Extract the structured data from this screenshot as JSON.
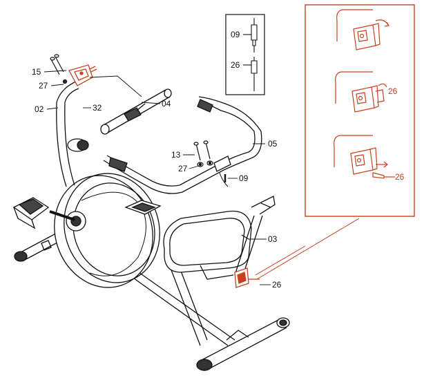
{
  "labels": {
    "p02": "02",
    "p03": "03",
    "p04": "04",
    "p05": "05",
    "p09_main": "09",
    "p13": "13",
    "p15": "15",
    "p26_main": "26",
    "p27_left": "27",
    "p27_mid": "27",
    "p32": "32"
  },
  "inset_cable": {
    "p09": "09",
    "p26": "26"
  },
  "inset_steps": {
    "p26_step2": "26",
    "p26_step3": "26"
  },
  "colors": {
    "line": "#111111",
    "accent": "#c8401e"
  }
}
